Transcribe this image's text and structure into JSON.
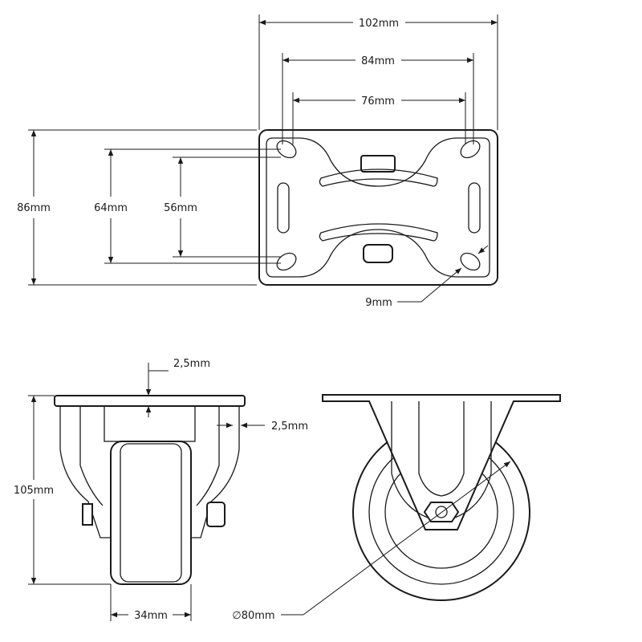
{
  "top_view": {
    "width_overall": "102mm",
    "hole_spacing_x": "84mm",
    "slot_spacing_x": "76mm",
    "height_overall": "86mm",
    "hole_spacing_y": "64mm",
    "slot_spacing_y": "56mm",
    "hole_diameter": "9mm"
  },
  "side_view": {
    "plate_thickness": "2,5mm",
    "bracket_thickness": "2,5mm",
    "total_height": "105mm",
    "wheel_width": "34mm"
  },
  "front_view": {
    "wheel_diameter": "∅80mm"
  }
}
